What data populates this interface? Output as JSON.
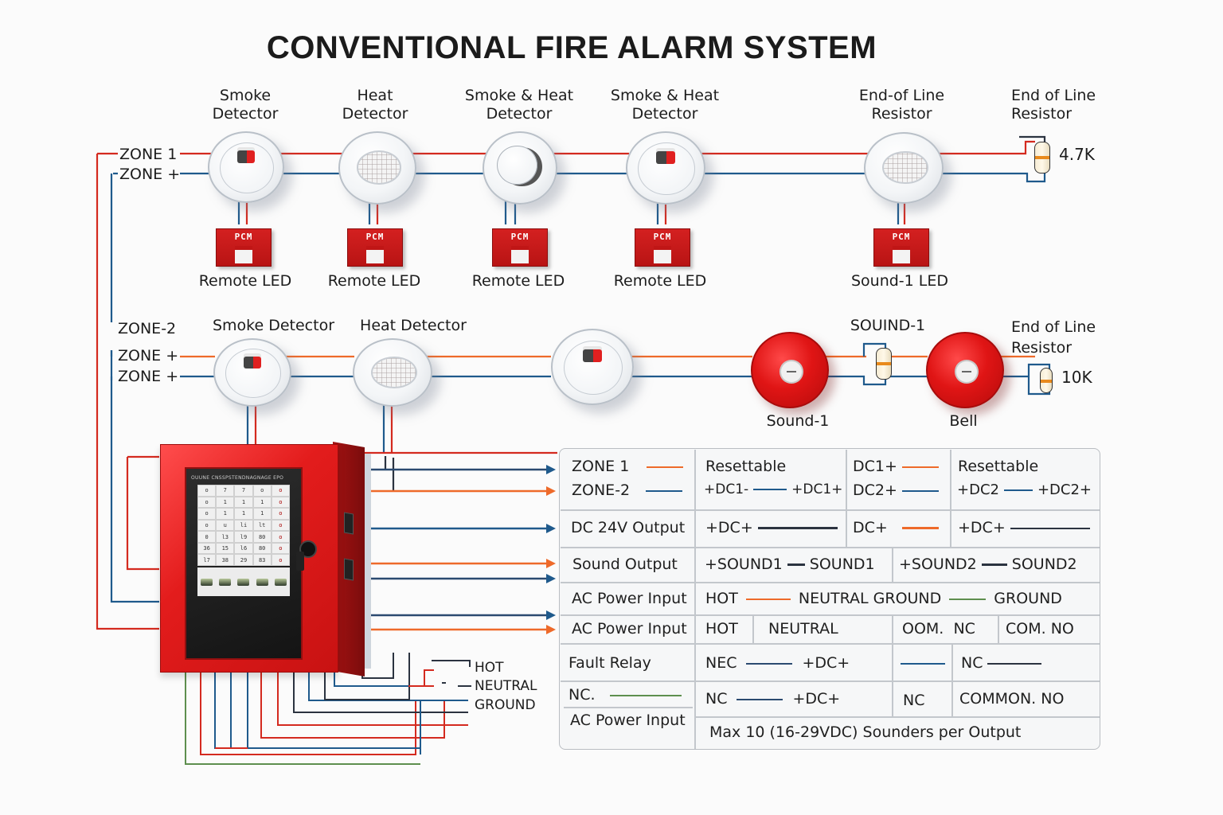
{
  "title": "CONVENTIONAL FIRE ALARM SYSTEM",
  "colors": {
    "zone_red": "#d42a1f",
    "zone_blue": "#1f5a8c",
    "orange": "#ee6a2a",
    "dark": "#2b3340",
    "green": "#5e8f4e",
    "panel_red": "#e31c1c",
    "background": "#fbfbfb"
  },
  "zone1": {
    "labels": [
      "ZONE 1",
      "ZONE +"
    ],
    "devices": [
      {
        "label_line1": "Smoke",
        "label_line2": "Detector",
        "type": "smoke-detector",
        "led_label": "Remote LED"
      },
      {
        "label_line1": "Heat",
        "label_line2": "Detector",
        "type": "heat-detector",
        "led_label": "Remote LED"
      },
      {
        "label_line1": "Smoke & Heat",
        "label_line2": "Detector",
        "type": "smoke-heat-detector",
        "led_label": "Remote LED"
      },
      {
        "label_line1": "Smoke & Heat",
        "label_line2": "Detector",
        "type": "smoke-detector",
        "led_label": "Remote LED"
      },
      {
        "label_line1": "End-of Line",
        "label_line2": "Resistor",
        "type": "heat-detector",
        "led_label": "Sound-1 LED"
      }
    ],
    "led_box_text": "PCM",
    "eol": {
      "label_line1": "End of Line",
      "label_line2": "Resistor",
      "value": "4.7K"
    }
  },
  "zone2": {
    "labels": [
      "ZONE-2",
      "ZONE +",
      "ZONE +"
    ],
    "devices": [
      {
        "label": "Smoke Detector",
        "type": "smoke-detector"
      },
      {
        "label": "Heat Detector",
        "type": "heat-detector"
      },
      {
        "label": "",
        "type": "smoke-detector"
      }
    ],
    "sounders": [
      {
        "label": "Sound-1",
        "type": "sounder"
      },
      {
        "label": "Bell",
        "type": "bell"
      }
    ],
    "inline_resistor_label": "SOUIND-1",
    "eol": {
      "label_line1": "End of Line",
      "label_line2": "Resistor",
      "value": "10K"
    }
  },
  "panel": {
    "header_text": "OUUNE CNSSPSTENDNAGNAGE EPO",
    "grid": [
      "o",
      "7",
      "7",
      "o",
      "o",
      "o",
      "1",
      "1",
      "1",
      "o",
      "o",
      "1",
      "1",
      "1",
      "o",
      "o",
      "u",
      "li",
      "lt",
      "o",
      "0",
      "l3",
      "l9",
      "80",
      "o",
      "36",
      "15",
      "l6",
      "80",
      "o",
      "l7",
      "38",
      "29",
      "83",
      "o"
    ]
  },
  "ac_terminals": [
    "HOT",
    "NEUTRAL",
    "GROUND"
  ],
  "table": {
    "rows": [
      {
        "label": "ZONE 1",
        "label2": "ZONE-2",
        "c1_title": "Resettable",
        "c1_left": "+DC1-",
        "c1_right": "+DC1+",
        "c2_a": "DC1+",
        "c2_b": "DC2+",
        "c3_title": "Resettable",
        "c3_left": "+DC2",
        "c3_right": "+DC2+"
      },
      {
        "label": "DC 24V Output",
        "c1": "+DC+",
        "c2": "DC+",
        "c3": "+DC+"
      },
      {
        "label": "Sound Output",
        "c1_left": "+SOUND1",
        "c1_right": "SOUND1",
        "c2_left": "+SOUND2",
        "c2_right": "SOUND2"
      },
      {
        "label": "AC Power Input",
        "c1_left": "HOT",
        "c1_mid": "NEUTRAL GROUND",
        "c1_right": "GROUND"
      },
      {
        "label": "AC Power Input",
        "c1": "HOT",
        "c2": "NEUTRAL",
        "c3_a": "OOM.",
        "c3_b": "NC",
        "c4": "COM. NO"
      },
      {
        "label": "Fault Relay",
        "c1_left": "NEC",
        "c1_right": "+DC+",
        "c3": "NC"
      },
      {
        "label": "NC.",
        "c1_left": "NC",
        "c1_right": "+DC+",
        "c2": "NC",
        "c3": "COMMON.  NO"
      },
      {
        "label": "AC Power Input",
        "note": "Max 10 (16-29VDC) Sounders per Output"
      }
    ]
  }
}
